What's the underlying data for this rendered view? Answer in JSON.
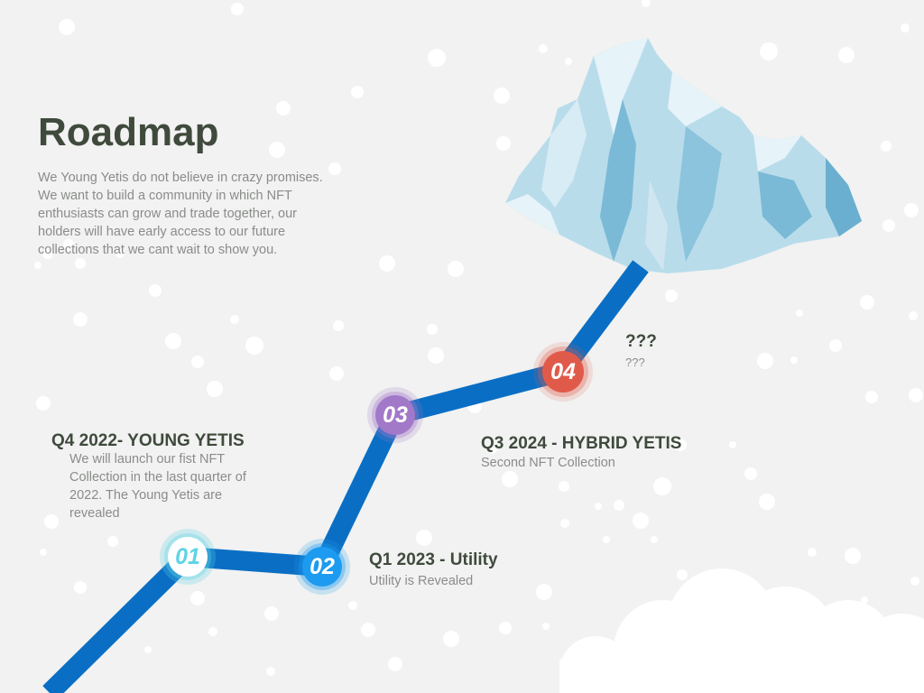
{
  "page": {
    "title": "Roadmap",
    "intro": "We Young Yetis do not believe in crazy promises. We want to build a community in which NFT enthusiasts can grow and trade together, our holders will have early access to our future collections that we cant wait to show you."
  },
  "milestones": [
    {
      "number": "01",
      "title": "Q4 2022- YOUNG YETIS",
      "description": "We will launch our fist NFT Collection in the last quarter of 2022. The Young Yetis are revealed",
      "node_color": "#ffffff",
      "number_color": "#5ed3e6"
    },
    {
      "number": "02",
      "title": "Q1 2023 - Utility",
      "description": "Utility is Revealed",
      "node_color": "#1d9bf0",
      "number_color": "#ffffff"
    },
    {
      "number": "03",
      "title": "Q3 2024 - HYBRID YETIS",
      "description": "Second NFT Collection",
      "node_color": "#a278c9",
      "number_color": "#ffffff"
    },
    {
      "number": "04",
      "title": "???",
      "description": "???",
      "node_color": "#e05a4a",
      "number_color": "#ffffff"
    }
  ],
  "colors": {
    "background": "#f1f2f1",
    "path": "#0a6fc4",
    "heading": "#3f4a3c",
    "body_text": "#8a8c8a"
  },
  "illustrations": [
    "iceberg-mountain-icon",
    "cloud-icon",
    "snowflakes"
  ]
}
